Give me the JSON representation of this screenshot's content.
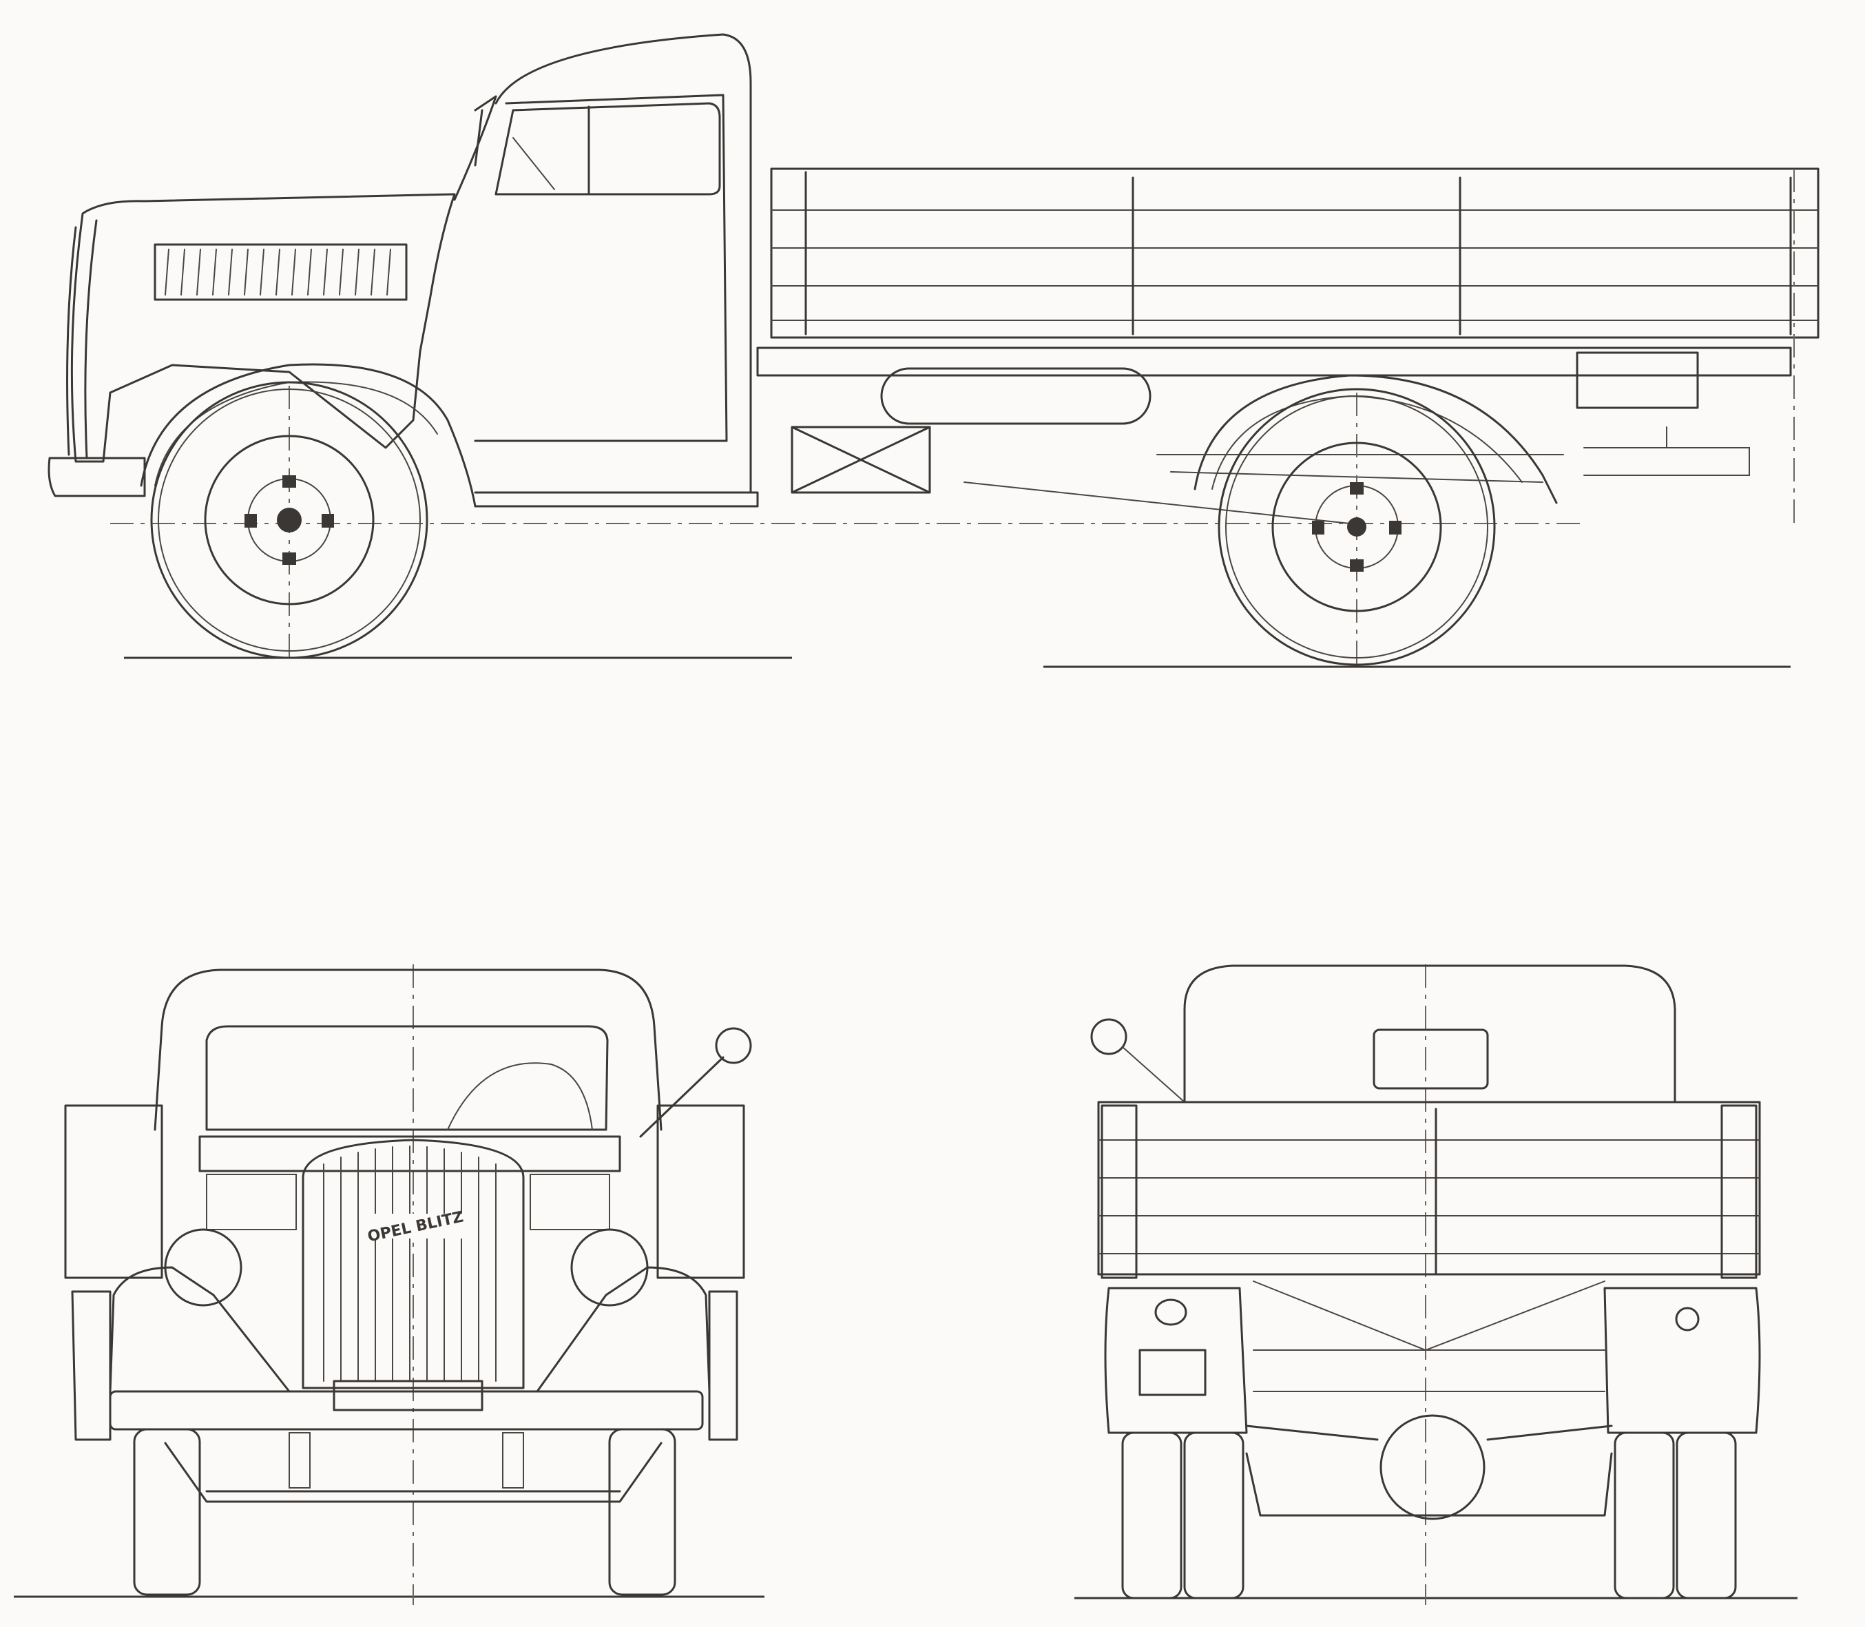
{
  "drawing": {
    "views": [
      {
        "id": "side"
      },
      {
        "id": "front"
      },
      {
        "id": "rear"
      }
    ],
    "badge_text": "OPEL BLITZ",
    "colors": {
      "paper": "#fbfaf8",
      "ink": "#3a3734"
    }
  }
}
